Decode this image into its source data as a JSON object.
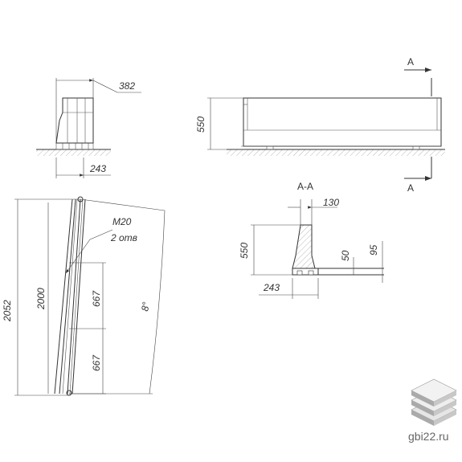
{
  "dimensions": {
    "top_width": "382",
    "base_width": "243",
    "height_front": "550",
    "section_label_top": "A",
    "section_label_bottom": "A",
    "section_title": "A-A",
    "section_top": "130",
    "section_height": "550",
    "section_dim_50": "50",
    "section_dim_95": "95",
    "section_base": "243",
    "total_length": "2052",
    "inner_length": "2000",
    "seg_upper": "667",
    "seg_lower": "667",
    "bolt_spec": "M20",
    "bolt_count": "2 отв",
    "angle": "8°"
  },
  "brand": {
    "site": "gbi22.ru"
  }
}
